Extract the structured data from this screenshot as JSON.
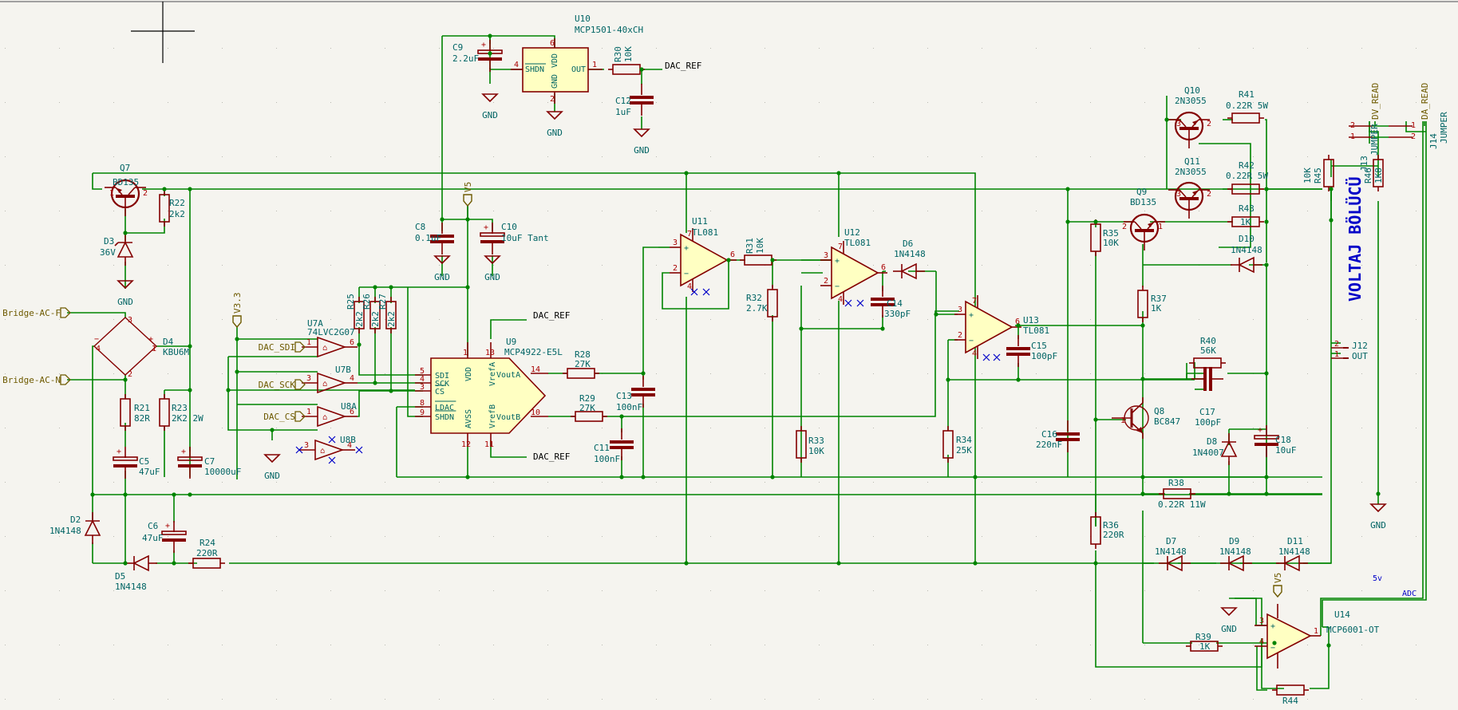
{
  "sheet_title_text": "VOLTAJ BÖLÜCÜ",
  "annotations": {
    "five_volt": "5v",
    "adc": "ADC"
  },
  "power_labels": {
    "gnd": "GND",
    "v5": "V5",
    "v33": "V3.3"
  },
  "net_labels": {
    "dac_ref": "DAC_REF",
    "dv_read": "DV_READ",
    "da_read": "DA_READ"
  },
  "global_labels": {
    "bridge_ac_f": "Bridge-AC-F",
    "bridge_ac_n": "Bridge-AC-N",
    "dac_sdi": "DAC_SDI",
    "dac_sck": "DAC_SCK",
    "dac_cs": "DAC_CS"
  },
  "components": {
    "Q7": {
      "ref": "Q7",
      "value": "BD135"
    },
    "R22": {
      "ref": "R22",
      "value": "2k2"
    },
    "D3": {
      "ref": "D3",
      "value": "36V"
    },
    "D4": {
      "ref": "D4",
      "value": "KBU6M"
    },
    "R21": {
      "ref": "R21",
      "value": "82R"
    },
    "R23": {
      "ref": "R23",
      "value": "2K2 2W"
    },
    "C5": {
      "ref": "C5",
      "value": "47uF"
    },
    "C7": {
      "ref": "C7",
      "value": "10000uF"
    },
    "D2": {
      "ref": "D2",
      "value": "1N4148"
    },
    "D5": {
      "ref": "D5",
      "value": "1N4148"
    },
    "C6": {
      "ref": "C6",
      "value": "47uF"
    },
    "R24": {
      "ref": "R24",
      "value": "220R"
    },
    "U7A": {
      "ref": "U7A",
      "value": "74LVC2G07"
    },
    "U7B": {
      "ref": "U7B",
      "value": ""
    },
    "U8A": {
      "ref": "U8A",
      "value": ""
    },
    "U8B": {
      "ref": "U8B",
      "value": ""
    },
    "R25": {
      "ref": "R25",
      "value": "2k2"
    },
    "R26": {
      "ref": "R26",
      "value": "2k2"
    },
    "R27": {
      "ref": "R27",
      "value": "2k2"
    },
    "U9": {
      "ref": "U9",
      "value": "MCP4922-E5L",
      "pins": [
        "SDI",
        "SCK",
        "CS",
        "LDAC",
        "SHDN",
        "VDD",
        "AVSS",
        "VrefA",
        "VrefB",
        "VoutA",
        "VoutB"
      ]
    },
    "U10": {
      "ref": "U10",
      "value": "MCP1501-40xCH",
      "pins": [
        "SHDN",
        "VDD",
        "GND",
        "OUT"
      ]
    },
    "C8": {
      "ref": "C8",
      "value": "0.1uF"
    },
    "C9": {
      "ref": "C9",
      "value": "2.2uF"
    },
    "C10": {
      "ref": "C10",
      "value": "10uF Tant"
    },
    "C11": {
      "ref": "C11",
      "value": "100nF"
    },
    "C12": {
      "ref": "C12",
      "value": "1uF"
    },
    "C13": {
      "ref": "C13",
      "value": "100nF"
    },
    "C14": {
      "ref": "C14",
      "value": "330pF"
    },
    "C15": {
      "ref": "C15",
      "value": "100pF"
    },
    "C16": {
      "ref": "C16",
      "value": "220nF"
    },
    "C17": {
      "ref": "C17",
      "value": "100pF"
    },
    "C18": {
      "ref": "C18",
      "value": "10uF"
    },
    "R28": {
      "ref": "R28",
      "value": "27K"
    },
    "R29": {
      "ref": "R29",
      "value": "27K"
    },
    "R30": {
      "ref": "R30",
      "value": "10K"
    },
    "R31": {
      "ref": "R31",
      "value": "10K"
    },
    "R32": {
      "ref": "R32",
      "value": "2.7K"
    },
    "R33": {
      "ref": "R33",
      "value": "10K"
    },
    "R34": {
      "ref": "R34",
      "value": "25K"
    },
    "R35": {
      "ref": "R35",
      "value": "10K"
    },
    "R36": {
      "ref": "R36",
      "value": "220R"
    },
    "R37": {
      "ref": "R37",
      "value": "1K"
    },
    "R38": {
      "ref": "R38",
      "value": "0.22R 11W"
    },
    "R39": {
      "ref": "R39",
      "value": "1K"
    },
    "R40": {
      "ref": "R40",
      "value": "56K"
    },
    "R41": {
      "ref": "R41",
      "value": "0.22R 5W"
    },
    "R42": {
      "ref": "R42",
      "value": "0.22R 5W"
    },
    "R43": {
      "ref": "R43",
      "value": "1K"
    },
    "R44": {
      "ref": "R44",
      "value": ""
    },
    "R45": {
      "ref": "R45",
      "value": "10K"
    },
    "R46": {
      "ref": "R46",
      "value": "1K8"
    },
    "U11": {
      "ref": "U11",
      "value": "TL081"
    },
    "U12": {
      "ref": "U12",
      "value": "TL081"
    },
    "U13": {
      "ref": "U13",
      "value": "TL081"
    },
    "U14": {
      "ref": "U14",
      "value": "MCP6001-OT"
    },
    "D6": {
      "ref": "D6",
      "value": "1N4148"
    },
    "D7": {
      "ref": "D7",
      "value": "1N4148"
    },
    "D8": {
      "ref": "D8",
      "value": "1N4007"
    },
    "D9": {
      "ref": "D9",
      "value": "1N4148"
    },
    "D10": {
      "ref": "D10",
      "value": "1N4148"
    },
    "D11": {
      "ref": "D11",
      "value": "1N4148"
    },
    "Q8": {
      "ref": "Q8",
      "value": "BC847"
    },
    "Q9": {
      "ref": "Q9",
      "value": "BD135"
    },
    "Q10": {
      "ref": "Q10",
      "value": "2N3055"
    },
    "Q11": {
      "ref": "Q11",
      "value": "2N3055"
    },
    "J12": {
      "ref": "J12",
      "value": "OUT"
    },
    "J13": {
      "ref": "J13",
      "value": "JUMPER"
    },
    "J14": {
      "ref": "J14",
      "value": "JUMPER"
    }
  }
}
